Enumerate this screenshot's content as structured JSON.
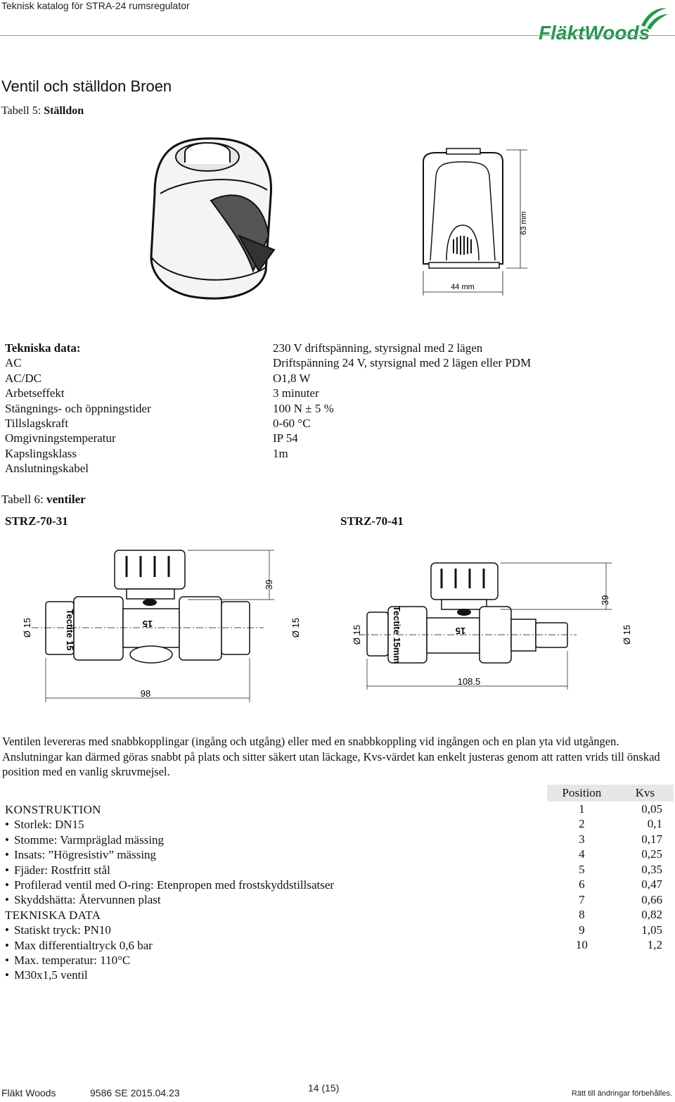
{
  "header": {
    "doc_title": "Teknisk katalog för STRA-24 rumsregulator",
    "brand": "FläktWoods"
  },
  "section_title": "Ventil och ställdon Broen",
  "table5": {
    "prefix": "Tabell 5: ",
    "name": "Ställdon"
  },
  "actuator_drawing": {
    "height_label": "63 mm",
    "width_label": "44 mm"
  },
  "tech": {
    "heading": "Tekniska data:",
    "labels": [
      "AC",
      "AC/DC",
      "Arbetseffekt",
      "Stängnings- och öppningstider",
      "Tillslagskraft",
      "Omgivningstemperatur",
      "Kapslingsklass",
      "Anslutningskabel"
    ],
    "values": [
      "230 V driftspänning, styrsignal med 2 lägen",
      "Driftspänning 24 V, styrsignal med 2 lägen eller PDM",
      "O1,8 W",
      "3 minuter",
      "100 N ± 5 %",
      "0-60 °C",
      "IP 54",
      "1m"
    ]
  },
  "table6": {
    "prefix": "Tabell 6: ",
    "name": "ventiler"
  },
  "valves": [
    {
      "name": "STRZ-70-31",
      "dia_in": "Ø 15",
      "dia_out": "Ø 15",
      "height": "39",
      "length": "98",
      "body_text": "Tectite 15",
      "pos_text": "15"
    },
    {
      "name": "STRZ-70-41",
      "dia_in": "Ø 15",
      "dia_out": "Ø 15",
      "height": "39",
      "length": "108.5",
      "body_text": "Tectite 15mm",
      "pos_text": "15"
    }
  ],
  "description": "Ventilen levereras med snabbkopplingar (ingång och utgång) eller med en snabbkoppling vid ingången och en plan yta vid utgången. Anslutningar kan därmed göras snabbt på plats och sitter säkert utan läckage, Kvs-värdet kan enkelt justeras genom att ratten vrids till önskad position med en vanlig skruvmejsel.",
  "konstruktion": {
    "heading": "KONSTRUKTION",
    "items": [
      "Storlek: DN15",
      "Stomme: Varmpräglad mässing",
      "Insats: ”Högresistiv” mässing",
      "Fjäder: Rostfritt stål",
      "Profilerad ventil med O-ring: Etenpropen med frostskyddstillsatser",
      "Skyddshätta: Återvunnen plast"
    ]
  },
  "tekniska": {
    "heading": "TEKNISKA DATA",
    "items": [
      "Statiskt tryck: PN10",
      "Max differentialtryck 0,6 bar",
      "Max. temperatur: 110°C",
      "M30x1,5 ventil"
    ]
  },
  "kvs_table": {
    "headers": [
      "Position",
      "Kvs"
    ],
    "rows": [
      [
        "1",
        "0,05"
      ],
      [
        "2",
        "0,1"
      ],
      [
        "3",
        "0,17"
      ],
      [
        "4",
        "0,25"
      ],
      [
        "5",
        "0,35"
      ],
      [
        "6",
        "0,47"
      ],
      [
        "7",
        "0,66"
      ],
      [
        "8",
        "0,82"
      ],
      [
        "9",
        "1,05"
      ],
      [
        "10",
        "1,2"
      ]
    ]
  },
  "footer": {
    "company": "Fläkt Woods",
    "doc_no": "9586 SE 2015.04.23",
    "page": "14 (15)",
    "rights": "Rätt till ändringar förbehålles."
  }
}
